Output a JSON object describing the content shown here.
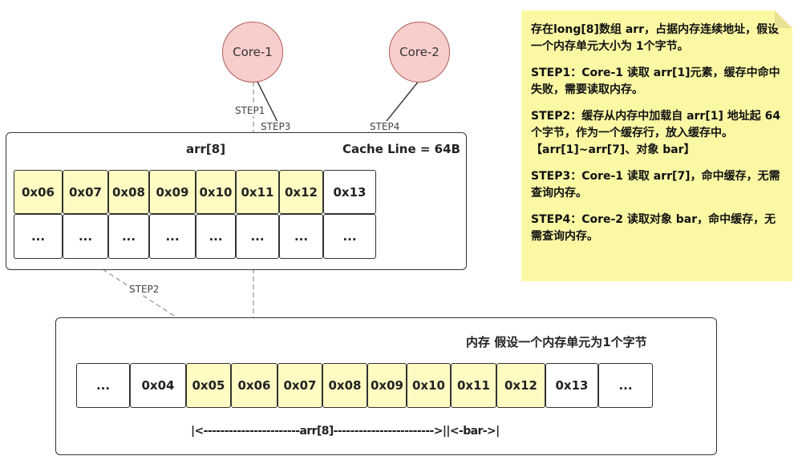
{
  "cores": {
    "core1": "Core-1",
    "core2": "Core-2"
  },
  "steps": {
    "step1": "STEP1",
    "step2": "STEP2",
    "step3": "STEP3",
    "step4": "STEP4"
  },
  "cache": {
    "title": "arr[8]",
    "line_label": "Cache Line = 64B",
    "row1": [
      "0x06",
      "0x07",
      "0x08",
      "0x09",
      "0x10",
      "0x11",
      "0x12",
      "0x13"
    ],
    "row2": [
      "...",
      "...",
      "...",
      "...",
      "...",
      "...",
      "...",
      "..."
    ]
  },
  "memory": {
    "title": "内存 假设一个内存单元为1个字节",
    "cells": [
      "...",
      "0x04",
      "0x05",
      "0x06",
      "0x07",
      "0x08",
      "0x09",
      "0x10",
      "0x11",
      "0x12",
      "0x13",
      "..."
    ],
    "range_label": "|<-----------------------arr[8]------------------------>||<-bar->|"
  },
  "note": {
    "p1": "存在long[8]数组 arr，占据内存连续地址，假设一个内存单元大小为 1个字节。",
    "p2": "STEP1：Core-1 读取 arr[1]元素，缓存中命中失败，需要读取内存。",
    "p3": "STEP2：缓存从内存中加载自 arr[1] 地址起 64 个字节，作为一个缓存行，放入缓存中。【arr[1]~arr[7]、对象 bar】",
    "p4": "STEP3：Core-1 读取 arr[7]，命中缓存，无需查询内存。",
    "p5": "STEP4：Core-2 读取对象 bar，命中缓存，无需查询内存。"
  },
  "colors": {
    "highlight": "#fffbc2",
    "core_fill": "#f8cecc",
    "note_bg": "#fbf8a4"
  }
}
